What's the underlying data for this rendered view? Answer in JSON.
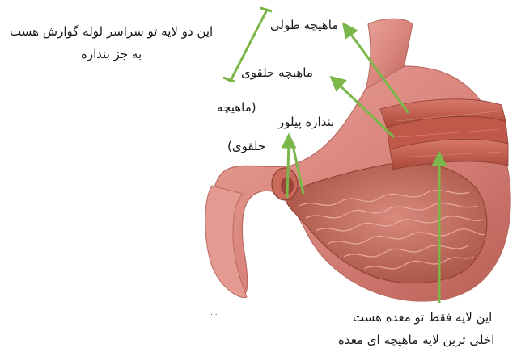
{
  "labels": {
    "longitudinal_muscle": "ماهیچه طولی",
    "circular_muscle": "ماهیچه حلقوی",
    "pyloric_sphincter": "بنداره پیلور",
    "paren_line1": "(ماهیچه",
    "paren_line2": "حلقوی)",
    "note_top_line1": "این دو لایه تو سراسر لوله گوارش هست",
    "note_top_line2": "به جز بنداره",
    "note_bottom_line1": "این لایه فقط تو معده هست",
    "note_bottom_line2": "اخلی ترین لایه ماهیچه ای معده"
  },
  "colors": {
    "arrow": "#7ab648",
    "stomach_outer": "#d9857c",
    "stomach_inner": "#c96e62",
    "muscle_band": "#c75b4c"
  }
}
